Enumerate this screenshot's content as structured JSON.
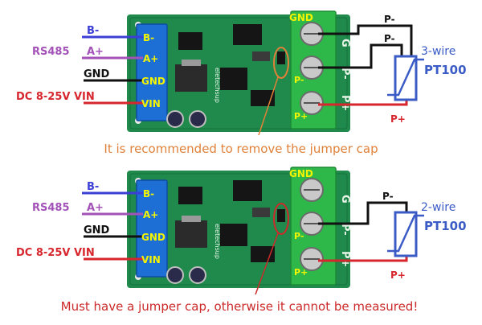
{
  "colors": {
    "pcb": "#1f8a4c",
    "pcb_dark": "#15703b",
    "terminal_blue": "#1d6fd6",
    "terminal_green": "#2eb84a",
    "wire_blue": "#3c3fd6",
    "wire_purple": "#a352b8",
    "wire_black": "#111111",
    "wire_red": "#d7262d",
    "label_yellow": "#f4f400",
    "note_orange": "#e0813a",
    "note_red": "#cc2a2a",
    "sensor_blue": "#3b5bc6"
  },
  "top": {
    "left_labels": {
      "b": "B-",
      "rs485": "RS485",
      "a": "A+",
      "gnd": "GND",
      "dc": "DC 8-25V VIN"
    },
    "pin_labels": {
      "b": "B-",
      "a": "A+",
      "gnd": "GND",
      "vin": "VIN"
    },
    "right_pins": {
      "gnd": "GND",
      "pminus": "P-",
      "pplus": "P+"
    },
    "silk": {
      "g": "G",
      "p_minus": "P-",
      "p_plus": "P+",
      "brand": "eletechsup"
    },
    "wire_labels": {
      "p_minus_1": "P-",
      "p_minus_2": "P-",
      "p_plus": "P+"
    },
    "sensor": {
      "type": "3-wire",
      "name": "PT100"
    },
    "note": "It is recommended to remove the jumper cap"
  },
  "bottom": {
    "left_labels": {
      "b": "B-",
      "rs485": "RS485",
      "a": "A+",
      "gnd": "GND",
      "dc": "DC 8-25V VIN"
    },
    "pin_labels": {
      "b": "B-",
      "a": "A+",
      "gnd": "GND",
      "vin": "VIN"
    },
    "right_pins": {
      "gnd": "GND",
      "pminus": "P-",
      "pplus": "P+"
    },
    "silk": {
      "g": "G",
      "p_minus": "P-",
      "p_plus": "P+",
      "brand": "eletechsup"
    },
    "wire_labels": {
      "p_minus_1": "P-",
      "p_plus": "P+"
    },
    "sensor": {
      "type": "2-wire",
      "name": "PT100"
    },
    "note": "Must have a jumper cap, otherwise it cannot be measured!"
  }
}
